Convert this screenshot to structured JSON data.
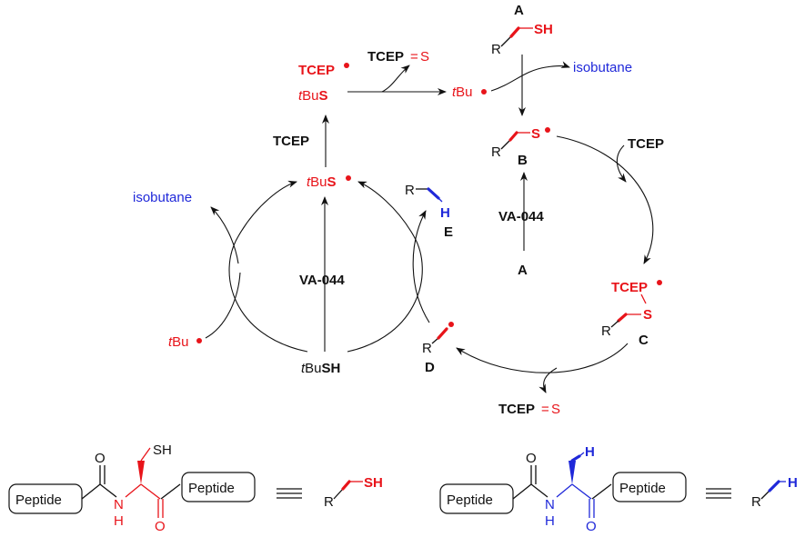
{
  "labels": {
    "A_top": "A",
    "A_bottom": "A",
    "B": "B",
    "C": "C",
    "D": "D",
    "E": "E",
    "R": "R",
    "SH": "SH",
    "S": "S",
    "H": "H",
    "TCEP": "TCEP",
    "tBu_italic": "t",
    "Bu": "Bu",
    "VA044": "VA-044",
    "isobutane": "isobutane",
    "eq_S": "S",
    "eq": "=",
    "O": "O",
    "N": "N",
    "Peptide": "Peptide"
  },
  "colors": {
    "red": "#e8141a",
    "blue": "#1f28d9",
    "black": "#111111"
  }
}
